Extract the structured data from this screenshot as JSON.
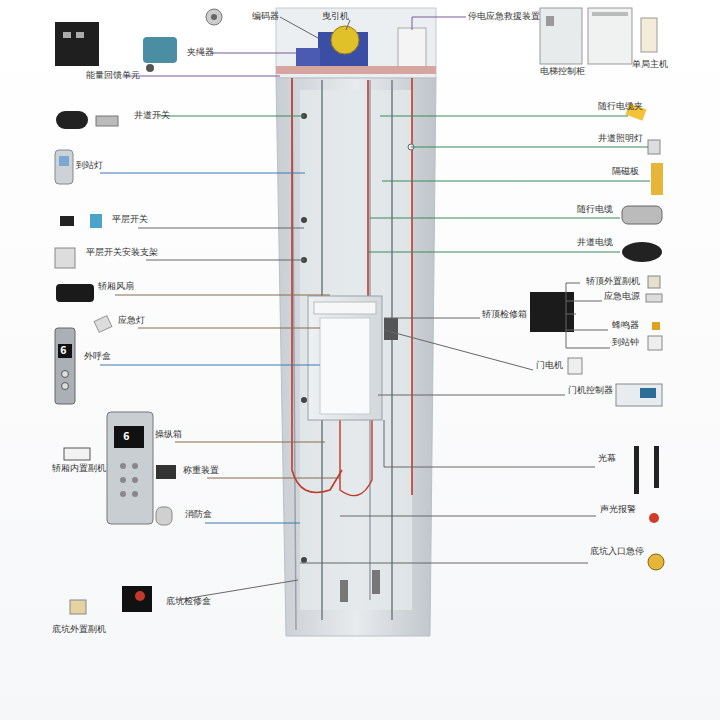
{
  "diagram": {
    "labels": [
      "编码器",
      "曳引机",
      "停电应急救援装置",
      "夹绳器",
      "能量回馈单元",
      "电梯控制柜",
      "单局主机",
      "井道开关",
      "随行电缆夹",
      "到站灯",
      "井道照明灯",
      "隔磁板",
      "平层开关",
      "随行电缆",
      "平层开关安装支架",
      "井道电缆",
      "轿顶外置副机",
      "轿厢风扇",
      "应急电源",
      "应急灯",
      "轿顶检修箱",
      "蜂鸣器",
      "到站钟",
      "6",
      "外呼盒",
      "门电机",
      "门机控制器",
      "6",
      "操纵箱",
      "轿厢内置副机",
      "称重装置",
      "光幕",
      "消防盒",
      "声光报警",
      "底坑入口急停",
      "底坑检修盒",
      "底坑外置副机"
    ]
  }
}
